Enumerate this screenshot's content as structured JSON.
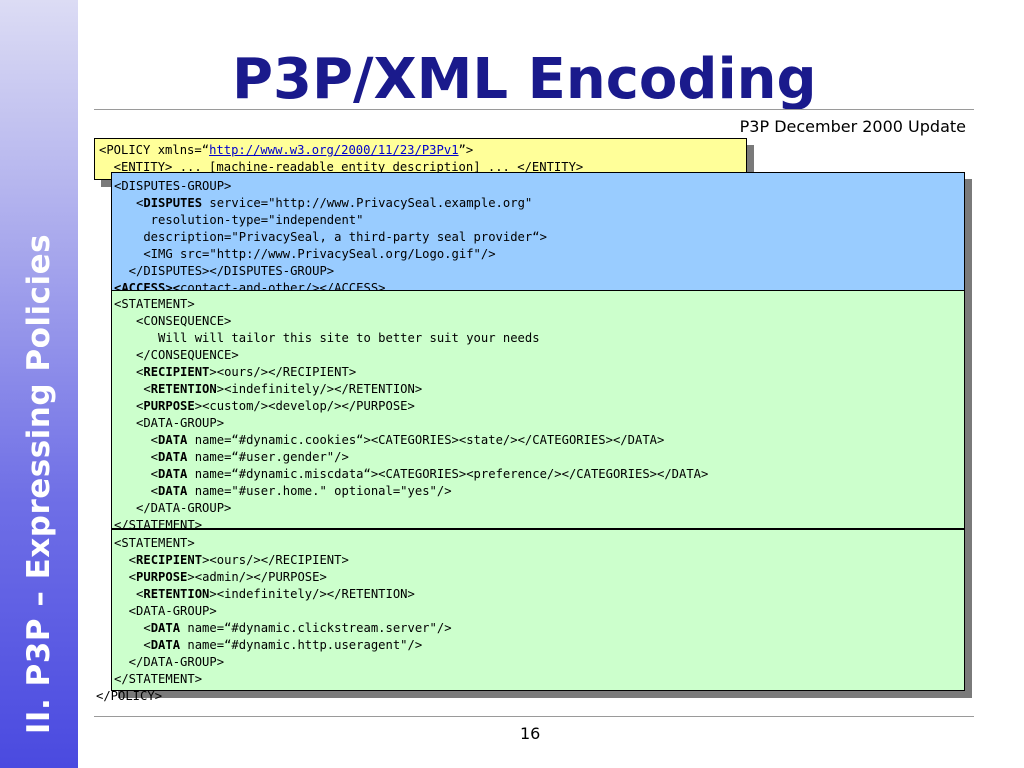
{
  "sidebar": {
    "text": "II. P3P – Expressing Policies"
  },
  "slide": {
    "title": "P3P/XML Encoding",
    "subtitle": "P3P December 2000 Update",
    "page_number": "16"
  },
  "policy_box": {
    "line1_pre": "<POLICY xmlns=“",
    "line1_link": "http://www.w3.org/2000/11/23/P3Pv1",
    "line1_post": "”>",
    "line2": "  <ENTITY> ... [machine-readable entity description] ... </ENTITY>"
  },
  "disputes_box": {
    "l1": "<DISPUTES-GROUP>",
    "l2_pre": "   <",
    "l2_bold": "DISPUTES",
    "l2_post": " service=\"http://www.PrivacySeal.example.org\"",
    "l3": "     resolution-type=\"independent\"",
    "l4": "    description=\"PrivacySeal, a third-party seal provider“>",
    "l5": "    <IMG src=\"http://www.PrivacySeal.org/Logo.gif\"/>",
    "l6": "  </DISPUTES></DISPUTES-GROUP>",
    "l7_bold": "<ACCESS><",
    "l7_post": "contact-and-other/></ACCESS>"
  },
  "statement1_box": {
    "l1": "<STATEMENT>",
    "l2": "   <CONSEQUENCE>",
    "l3": "      Will will tailor this site to better suit your needs",
    "l4": "   </CONSEQUENCE>",
    "l5_pre": "   <",
    "l5_bold": "RECIPIENT",
    "l5_post": "><ours/></RECIPIENT>",
    "l6_pre": "    <",
    "l6_bold": "RETENTION",
    "l6_post": "><indefinitely/></RETENTION>",
    "l7_pre": "   <",
    "l7_bold": "PURPOSE",
    "l7_post": "><custom/><develop/></PURPOSE>",
    "l8": "   <DATA-GROUP>",
    "l9_pre": "     <",
    "l9_bold": "DATA",
    "l9_post": " name=“#dynamic.cookies“><CATEGORIES><state/></CATEGORIES></DATA>",
    "l10_pre": "     <",
    "l10_bold": "DATA",
    "l10_post": " name=“#user.gender\"/>",
    "l11_pre": "     <",
    "l11_bold": "DATA",
    "l11_post": " name=“#dynamic.miscdata“><CATEGORIES><preference/></CATEGORIES></DATA>",
    "l12_pre": "     <",
    "l12_bold": "DATA",
    "l12_post": " name=\"#user.home.\" optional=\"yes\"/>",
    "l13": "   </DATA-GROUP>",
    "l14": "</STATEMENT>"
  },
  "statement2_box": {
    "l1": "<STATEMENT>",
    "l2_pre": "  <",
    "l2_bold": "RECIPIENT",
    "l2_post": "><ours/></RECIPIENT>",
    "l3_pre": "  <",
    "l3_bold": "PURPOSE",
    "l3_post": "><admin/></PURPOSE>",
    "l4_pre": "   <",
    "l4_bold": "RETENTION",
    "l4_post": "><indefinitely/></RETENTION>",
    "l5": "  <DATA-GROUP>",
    "l6_pre": "    <",
    "l6_bold": "DATA",
    "l6_post": " name=“#dynamic.clickstream.server\"/>",
    "l7_pre": "    <",
    "l7_bold": "DATA",
    "l7_post": " name=“#dynamic.http.useragent\"/>",
    "l8": "  </DATA-GROUP>",
    "l9": "</STATEMENT>"
  },
  "policy_close": "</POLICY>"
}
